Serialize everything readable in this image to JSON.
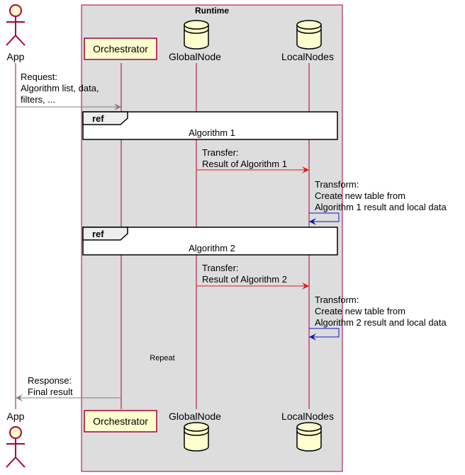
{
  "box": {
    "title": "Runtime"
  },
  "participants": [
    {
      "id": "app",
      "label": "App",
      "kind": "actor"
    },
    {
      "id": "orchestrator",
      "label": "Orchestrator",
      "kind": "participant"
    },
    {
      "id": "globalnode",
      "label": "GlobalNode",
      "kind": "database"
    },
    {
      "id": "localnodes",
      "label": "LocalNodes",
      "kind": "database"
    }
  ],
  "messages": [
    {
      "lines": [
        "Request:",
        "Algorithm list, data,",
        "filters, ..."
      ],
      "color": "#808080"
    },
    {
      "lines": [
        "Transfer:",
        "Result of Algorithm 1"
      ],
      "color": "#ee1111"
    },
    {
      "lines": [
        "Transform:",
        "Create new table from",
        "Algorithm 1 result and local data"
      ],
      "color": "#1111cc"
    },
    {
      "lines": [
        "Transfer:",
        "Result of Algorithm 2"
      ],
      "color": "#ee1111"
    },
    {
      "lines": [
        "Transform:",
        "Create new table from",
        "Algorithm 2 result and local data"
      ],
      "color": "#1111cc"
    },
    {
      "lines": [
        "Response:",
        "Final result"
      ],
      "color": "#808080"
    }
  ],
  "refs": [
    {
      "tag": "ref",
      "label": "Algorithm 1"
    },
    {
      "tag": "ref",
      "label": "Algorithm 2"
    }
  ],
  "delay": {
    "label": "Repeat"
  },
  "colors": {
    "box_fill": "#dddddd",
    "box_border": "#a80036",
    "participant_fill": "#fefece",
    "lifeline": "#a80036"
  }
}
